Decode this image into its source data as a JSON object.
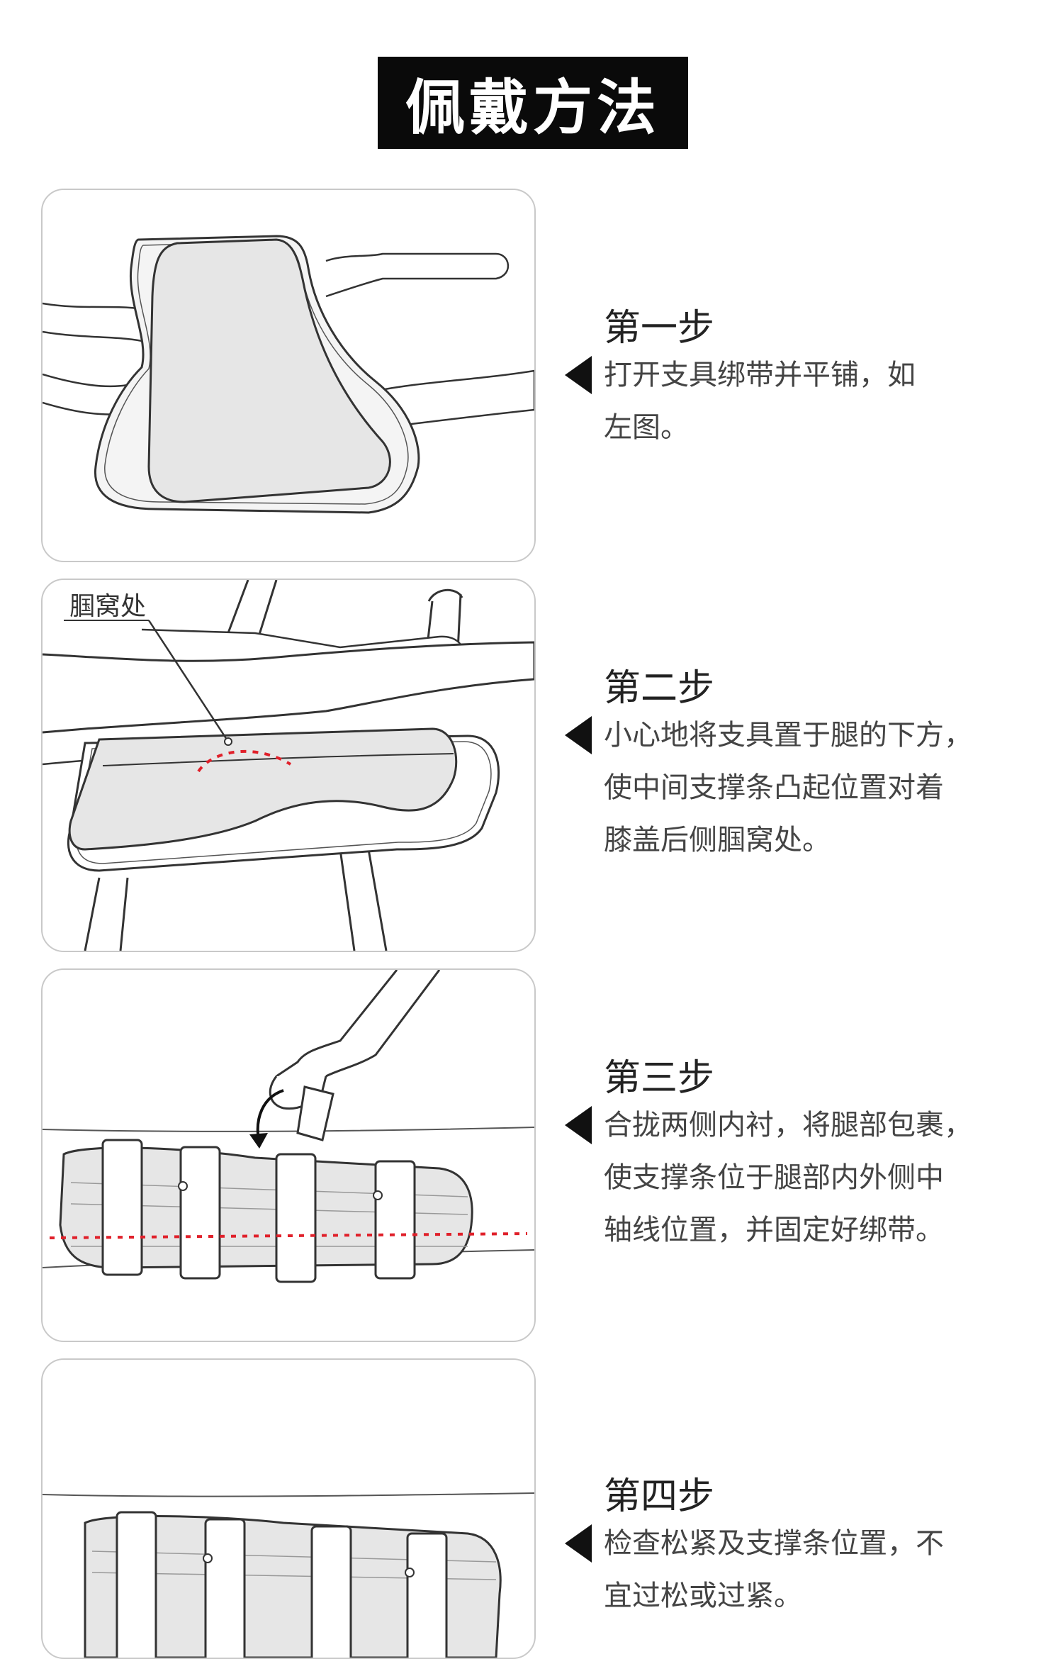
{
  "header": {
    "title": "佩戴方法"
  },
  "steps": [
    {
      "title": "第一步",
      "description": "打开支具绑带并平铺，如\n左图。"
    },
    {
      "title": "第二步",
      "description": "小心地将支具置于腿的下方，\n使中间支撑条凸起位置对着\n膝盖后侧腘窝处。"
    },
    {
      "title": "第三步",
      "description": "合拢两侧内衬，将腿部包裹，\n使支撑条位于腿部内外侧中\n轴线位置，并固定好绑带。"
    },
    {
      "title": "第四步",
      "description": "检查松紧及支撑条位置，不\n宜过松或过紧。"
    }
  ],
  "illustration": {
    "callout_label": "腘窝处"
  },
  "colors": {
    "title_bg": "#0a0a0a",
    "guide_line": "#e0202a",
    "brace_fill": "#e6e6e6"
  }
}
